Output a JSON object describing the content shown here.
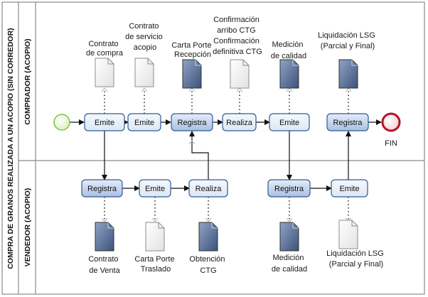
{
  "pool": {
    "label": "COMPRA DE GRANOS REALIZADA A UN ACOPIO (SIN CORREDOR)"
  },
  "lanes": {
    "comprador": {
      "label": "COMPRADOR (ACOPIO)"
    },
    "vendedor": {
      "label": "VENDEDOR (ACOPIO)"
    }
  },
  "tasks": {
    "c_emite1": "Emite",
    "c_emite2": "Emite",
    "c_registra1": "Registra",
    "c_realiza": "Realiza",
    "c_emite3": "Emite",
    "c_registra2": "Registra",
    "v_registra1": "Registra",
    "v_emite1": "Emite",
    "v_realiza": "Realiza",
    "v_registra2": "Registra",
    "v_emite2": "Emite"
  },
  "documents": {
    "contrato_compra": [
      "Contrato",
      "de compra"
    ],
    "contrato_servicio": [
      "Contrato",
      "de servicio",
      "acopio"
    ],
    "carta_porte_recepcion": [
      "Carta Porte",
      "Recepción"
    ],
    "confirmacion": [
      "Confirmación",
      "arribo CTG",
      "Confirmación",
      "definitiva CTG"
    ],
    "medicion_calidad_c": [
      "Medición",
      "de calidad"
    ],
    "liquidacion_c": [
      "Liquidación LSG",
      "(Parcial y Final)"
    ],
    "contrato_venta": [
      "Contrato",
      "de Venta"
    ],
    "carta_porte_traslado": [
      "Carta Porte",
      "Traslado"
    ],
    "obtencion_ctg": [
      "Obtención",
      "CTG"
    ],
    "medicion_calidad_v": [
      "Medición",
      "de calidad"
    ],
    "liquidacion_v": [
      "Liquidación LSG",
      "(Parcial y Final)"
    ]
  },
  "end_event": {
    "label": "FIN"
  }
}
